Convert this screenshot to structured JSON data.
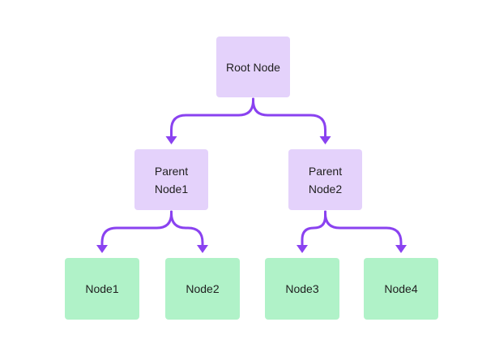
{
  "diagram": {
    "nodes": {
      "root": {
        "label": "Root Node"
      },
      "parent1": {
        "label": "Parent\nNode1"
      },
      "parent2": {
        "label": "Parent\nNode2"
      },
      "leaf1": {
        "label": "Node1"
      },
      "leaf2": {
        "label": "Node2"
      },
      "leaf3": {
        "label": "Node3"
      },
      "leaf4": {
        "label": "Node4"
      }
    },
    "edges": [
      {
        "from": "root",
        "to": "parent1"
      },
      {
        "from": "root",
        "to": "parent2"
      },
      {
        "from": "parent1",
        "to": "leaf1"
      },
      {
        "from": "parent1",
        "to": "leaf2"
      },
      {
        "from": "parent2",
        "to": "leaf3"
      },
      {
        "from": "parent2",
        "to": "leaf4"
      }
    ],
    "colors": {
      "parent_fill": "#e4d2fb",
      "leaf_fill": "#b0f2c8",
      "edge": "#8a42f0",
      "text": "#1f1f1f"
    }
  }
}
